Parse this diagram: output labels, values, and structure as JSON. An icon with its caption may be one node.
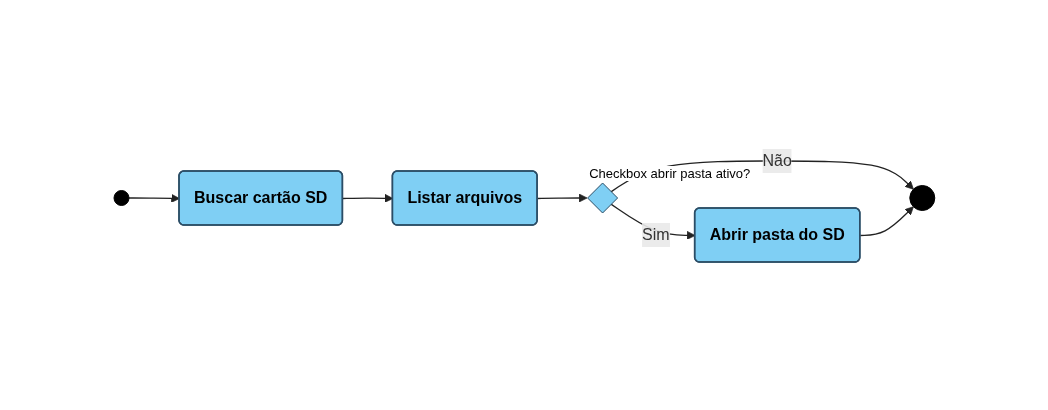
{
  "diagram": {
    "nodes": [
      {
        "text": [],
        "shape": "circle"
      },
      {
        "text": [
          "Buscar cartão SD"
        ]
      },
      {
        "text": [
          "Listar arquivos"
        ]
      },
      {
        "text": [],
        "shape": "diamond",
        "beside": [
          "Checkbox abrir pasta ativo?"
        ]
      },
      {
        "text": [
          "Abrir pasta do SD"
        ]
      },
      {
        "text": [],
        "shape": "circle"
      }
    ],
    "edges": [
      {
        "from": 0,
        "to": 1,
        "arrow": "to"
      },
      {
        "from": 1,
        "to": 2,
        "arrow": "to"
      },
      {
        "from": 2,
        "to": 3,
        "arrow": "to"
      },
      {
        "from": 3,
        "to": 4,
        "label": "Sim",
        "arrow": "to"
      },
      {
        "from": 3,
        "to": 5,
        "label": "Não",
        "arrow": "to"
      },
      {
        "from": 4,
        "to": 5,
        "arrow": "to"
      }
    ]
  }
}
